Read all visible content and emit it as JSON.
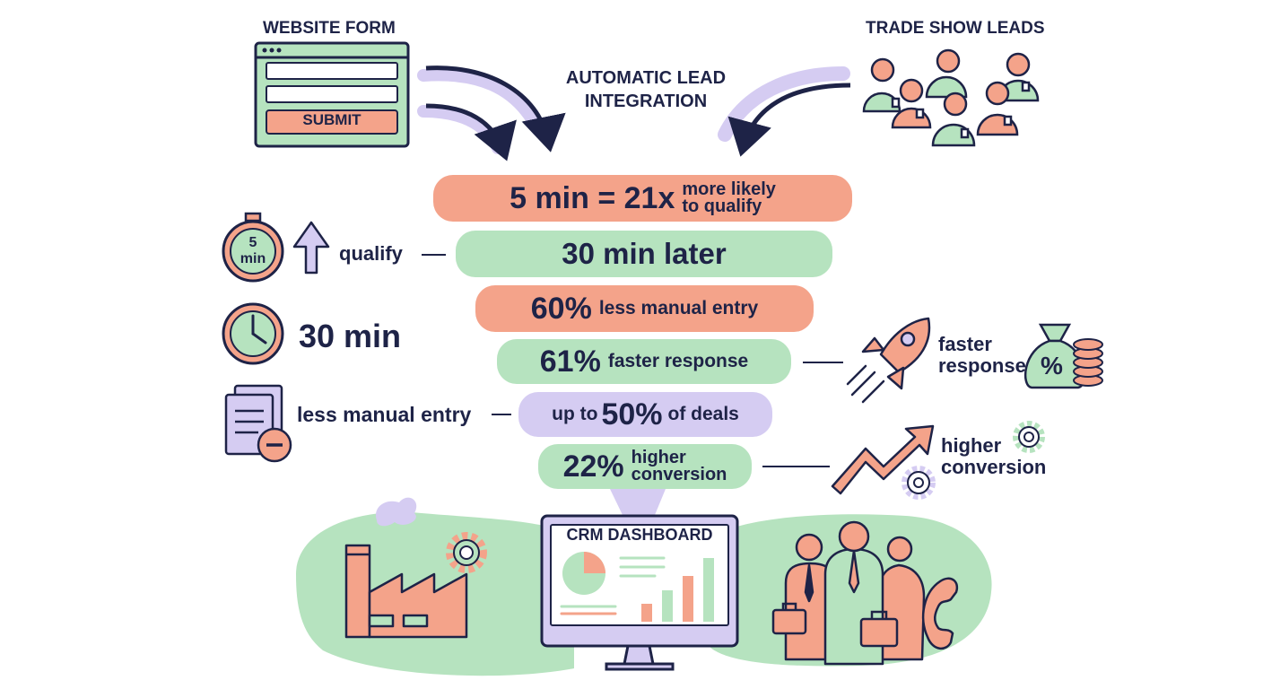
{
  "colors": {
    "navy": "#1e2347",
    "salmon": "#f4a38a",
    "mint": "#b6e3bf",
    "lavender": "#d5ccf2"
  },
  "top": {
    "website_form_title": "WEBSITE FORM",
    "submit_label": "SUBMIT",
    "integration_line1": "AUTOMATIC LEAD",
    "integration_line2": "INTEGRATION",
    "trade_show_title": "TRADE SHOW LEADS"
  },
  "funnel": {
    "tier1": {
      "big": "5 min = 21x",
      "small_line1": "more likely",
      "small_line2": "to qualify"
    },
    "tier2": {
      "text": "30 min later"
    },
    "tier3": {
      "big": "60%",
      "small": "less manual entry"
    },
    "tier4": {
      "big": "61%",
      "small": "faster response"
    },
    "tier5": {
      "pre": "up to",
      "big": "50%",
      "post": "of deals"
    },
    "tier6": {
      "big": "22%",
      "small_line1": "higher",
      "small_line2": "conversion"
    }
  },
  "left": {
    "stopwatch_line1": "5",
    "stopwatch_line2": "min",
    "qualify_label": "qualify",
    "clock_label": "30 min",
    "manual_entry_label": "less manual entry"
  },
  "right": {
    "faster_line1": "faster",
    "faster_line2": "response",
    "percent_symbol": "%",
    "higher_line1": "higher",
    "higher_line2": "conversion"
  },
  "bottom": {
    "crm_title": "CRM DASHBOARD"
  },
  "icons": [
    "browser-form-icon",
    "curved-arrow-icon",
    "people-group-icon",
    "stopwatch-icon",
    "up-arrow-icon",
    "clock-icon",
    "documents-minus-icon",
    "rocket-icon",
    "money-bag-icon",
    "coin-stack-icon",
    "trend-arrow-icon",
    "gear-icon",
    "factory-icon",
    "monitor-icon",
    "pie-chart-icon",
    "bar-chart-icon",
    "business-people-icon",
    "briefcase-icon",
    "phone-icon"
  ]
}
